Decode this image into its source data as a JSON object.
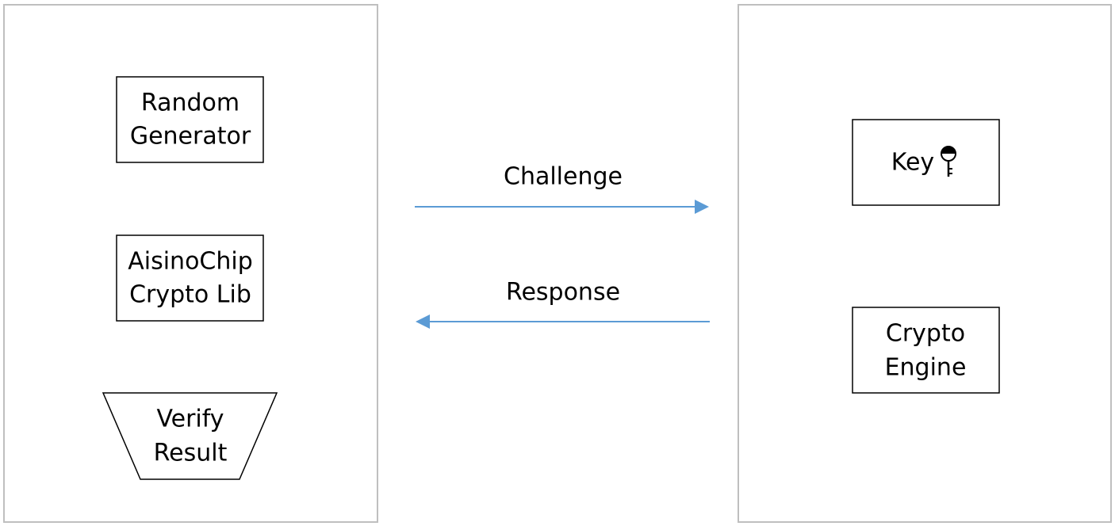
{
  "left_panel": {
    "random_generator": [
      "Random",
      "Generator"
    ],
    "crypto_lib": [
      "AisinoChip",
      "Crypto Lib"
    ],
    "verify_result": [
      "Verify",
      "Result"
    ]
  },
  "right_panel": {
    "key": "Key",
    "crypto_engine": [
      "Crypto",
      "Engine"
    ]
  },
  "arrows": {
    "challenge": "Challenge",
    "response": "Response"
  },
  "colors": {
    "arrow": "#5b9bd5",
    "panel_border": "#bfbfbf",
    "box_border": "#000000"
  },
  "icons": {
    "key_glyph": "key-icon"
  }
}
